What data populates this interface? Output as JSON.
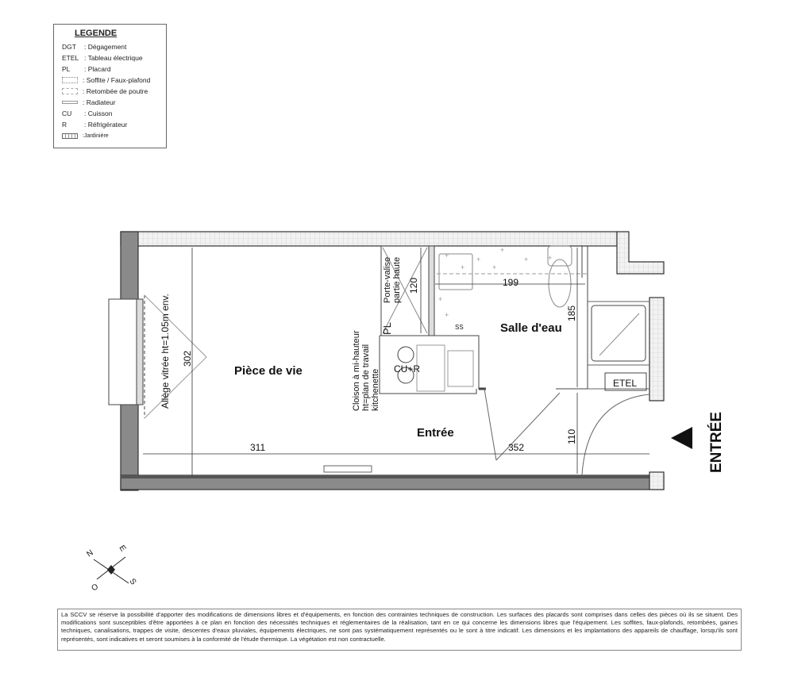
{
  "legend": {
    "title": "LEGENDE",
    "items": [
      {
        "key": "DGT",
        "label": ": Dégagement"
      },
      {
        "key": "ETEL",
        "label": ": Tableau électrique"
      },
      {
        "key": "PL",
        "label": ": Placard"
      },
      {
        "key": "",
        "label": ": Soffite / Faux-plafond",
        "swatch": "soffit"
      },
      {
        "key": "",
        "label": ": Retombée de poutre",
        "swatch": "beam"
      },
      {
        "key": "",
        "label": ": Radiateur",
        "swatch": "radiator"
      },
      {
        "key": "CU",
        "label": ": Cuisson"
      },
      {
        "key": "R",
        "label": ": Réfrigérateur"
      },
      {
        "key": "",
        "label": ":Jardinière",
        "swatch": "planter"
      }
    ]
  },
  "plan": {
    "rooms": {
      "living": "Pièce de vie",
      "bathroom": "Salle d'eau",
      "entrance": "Entrée"
    },
    "labels": {
      "window": "Allège vitrée ht=1.05m env.",
      "luggage": [
        "Porte-valise",
        "partie haute"
      ],
      "placard": "PL",
      "partition": [
        "Cloison à mi-hauteur",
        "ht=plan de travail",
        "kitchenette"
      ],
      "kitchen": "CU+R",
      "ss": "SS",
      "etel": "ETEL",
      "entry": "ENTRÉE"
    },
    "dimensions": {
      "living_height": "302",
      "living_width": "311",
      "entrance_width": "352",
      "bath_width": "199",
      "bath_height": "185",
      "placard_height": "120",
      "entrance_height": "110"
    }
  },
  "compass": {
    "n": "N",
    "e": "E",
    "s": "S",
    "o": "O"
  },
  "disclaimer": "La SCCV se réserve la possibilité d'apporter des modifications de dimensions libres et d'équipements, en fonction des contraintes techniques de construction. Les surfaces des placards sont comprises dans celles des pièces où ils se situent. Des modifications sont susceptibles d'être apportées à ce plan en fonction des nécessités techniques et réglementaires de la réalisation, tant en ce qui concerne les dimensions libres que l'équipement. Les soffites, faux-plafonds, retombées, gaines techniques, canalisations, trappes de visite, descentes d'eaux pluviales, équipements électriques, ne sont pas systématiquement représentés ou le sont à titre indicatif. Les dimensions et les implantations des appareils de chauffage, lorsqu'ils sont représentés, sont indicatives et seront soumises à la conformité de l'étude thermique. La végétation est non contractuelle."
}
